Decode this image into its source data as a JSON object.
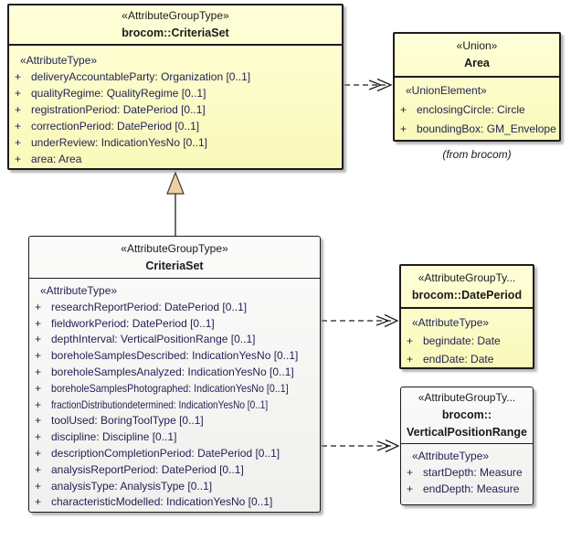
{
  "ui": {
    "plus_sign": "+"
  },
  "colors": {
    "class_fill_yellow": "#FBFBC0",
    "class_fill_plain": "#F5F5F3",
    "border": "#1C1C1C",
    "attribute_text": "#232355",
    "header_text": "#1A1A1A",
    "generalization_triangle_fill": "#F1CFA1",
    "shadow": "#7D7D7D"
  },
  "classes": {
    "brocom_criteria_set": {
      "stereotype": "«AttributeGroupType»",
      "name": "brocom::CriteriaSet",
      "section_label": "«AttributeType»",
      "attributes": [
        "deliveryAccountableParty: Organization [0..1]",
        "qualityRegime: QualityRegime [0..1]",
        "registrationPeriod: DatePeriod [0..1]",
        "correctionPeriod: DatePeriod [0..1]",
        "underReview: IndicationYesNo [0..1]",
        "area: Area"
      ]
    },
    "area": {
      "stereotype": "«Union»",
      "name": "Area",
      "section_label": "«UnionElement»",
      "attributes": [
        "enclosingCircle: Circle",
        "boundingBox: GM_Envelope"
      ],
      "origin_note": "(from brocom)"
    },
    "criteria_set": {
      "stereotype": "«AttributeGroupType»",
      "name": "CriteriaSet",
      "section_label": "«AttributeType»",
      "attributes": [
        "researchReportPeriod: DatePeriod [0..1]",
        "fieldworkPeriod: DatePeriod [0..1]",
        "depthInterval: VerticalPositionRange [0..1]",
        "boreholeSamplesDescribed: IndicationYesNo [0..1]",
        "boreholeSamplesAnalyzed: IndicationYesNo [0..1]",
        "boreholeSamplesPhotographed: IndicationYesNo [0..1]",
        "fractionDistributiondetermined: IndicationYesNo [0..1]",
        "toolUsed: BoringToolType [0..1]",
        "discipline: Discipline [0..1]",
        "descriptionCompletionPeriod: DatePeriod [0..1]",
        "analysisReportPeriod: DatePeriod [0..1]",
        "analysisType: AnalysisType [0..1]",
        "characteristicModelled: IndicationYesNo [0..1]"
      ]
    },
    "date_period": {
      "stereotype": "«AttributeGroupTy...",
      "name": "brocom::DatePeriod",
      "section_label": "«AttributeType»",
      "attributes": [
        "begindate: Date",
        "endDate: Date"
      ]
    },
    "vertical_position_range": {
      "stereotype": "«AttributeGroupTy...",
      "name_line1": "brocom::",
      "name_line2": "VerticalPositionRange",
      "section_label": "«AttributeType»",
      "attributes": [
        "startDepth: Measure",
        "endDepth: Measure"
      ]
    }
  },
  "relations": [
    {
      "type": "generalization",
      "from": "CriteriaSet",
      "to": "brocom::CriteriaSet"
    },
    {
      "type": "dependency",
      "from": "brocom::CriteriaSet",
      "to": "Area"
    },
    {
      "type": "dependency",
      "from": "CriteriaSet",
      "to": "brocom::DatePeriod"
    },
    {
      "type": "dependency",
      "from": "CriteriaSet",
      "to": "brocom::VerticalPositionRange"
    }
  ]
}
